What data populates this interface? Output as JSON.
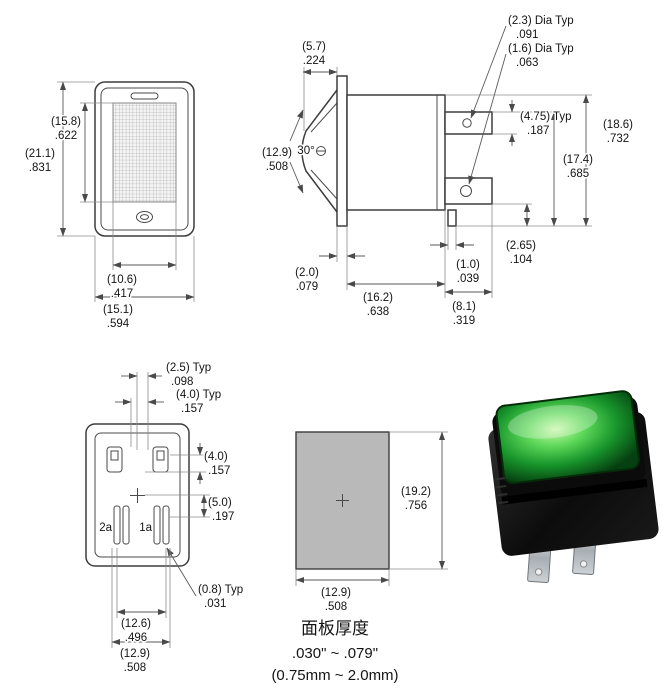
{
  "front_view": {
    "h_mm": "(21.1)",
    "h_in": ".831",
    "rh_mm": "(15.8)",
    "rh_in": ".622",
    "rw_mm": "(10.6)",
    "rw_in": ".417",
    "w_mm": "(15.1)",
    "w_in": ".594"
  },
  "side_view": {
    "proj_mm": "(5.7)",
    "proj_in": ".224",
    "hole1": "(2.3) Dia Typ",
    "hole1_in": ".091",
    "hole2": "(1.6) Dia Typ",
    "hole2_in": ".063",
    "rocker_mm": "(12.9)",
    "rocker_in": ".508",
    "angle": "30°",
    "term_mm": "(4.75) Typ",
    "term_in": ".187",
    "oh_mm": "(18.6)",
    "oh_in": ".732",
    "bh_mm": "(17.4)",
    "bh_in": ".685",
    "off_mm": "(2.65)",
    "off_in": ".104",
    "flange_mm": "(2.0)",
    "flange_in": ".079",
    "len_mm": "(16.2)",
    "len_in": ".638",
    "pin_mm": "(1.0)",
    "pin_in": ".039",
    "tl_mm": "(8.1)",
    "tl_in": ".319"
  },
  "bottom_view": {
    "slot_mm": "(2.5) Typ",
    "slot_in": ".098",
    "pitch_mm": "(4.0) Typ",
    "pitch_in": ".157",
    "up_mm": "(4.0)",
    "up_in": ".157",
    "low_mm": "(5.0)",
    "low_in": ".197",
    "t2a": "2a",
    "t1a": "1a",
    "thick_mm": "(0.8) Typ",
    "thick_in": ".031",
    "s1_mm": "(12.6)",
    "s1_in": ".496",
    "s2_mm": "(12.9)",
    "s2_in": ".508"
  },
  "cutout_view": {
    "h_mm": "(19.2)",
    "h_in": ".756",
    "w_mm": "(12.9)",
    "w_in": ".508",
    "note_title": "面板厚度",
    "note_inches": ".030\" ~ .079\"",
    "note_mm": "(0.75mm ~ 2.0mm)"
  },
  "colors": {
    "line": "#3d3d3d",
    "panel_fill": "#b9b9b9",
    "rocker_green": "#17942b",
    "switch_black": "#0c0c0c"
  }
}
